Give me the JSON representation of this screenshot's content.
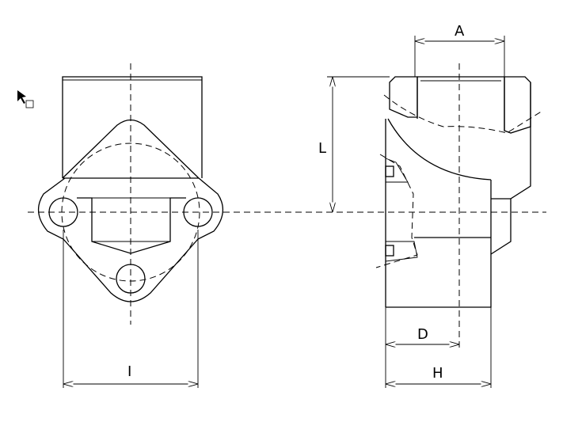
{
  "dimensions": {
    "A": "A",
    "L": "L",
    "D": "D",
    "H": "H",
    "I": "I"
  },
  "cursor_icon": "arrow-cursor-with-box"
}
